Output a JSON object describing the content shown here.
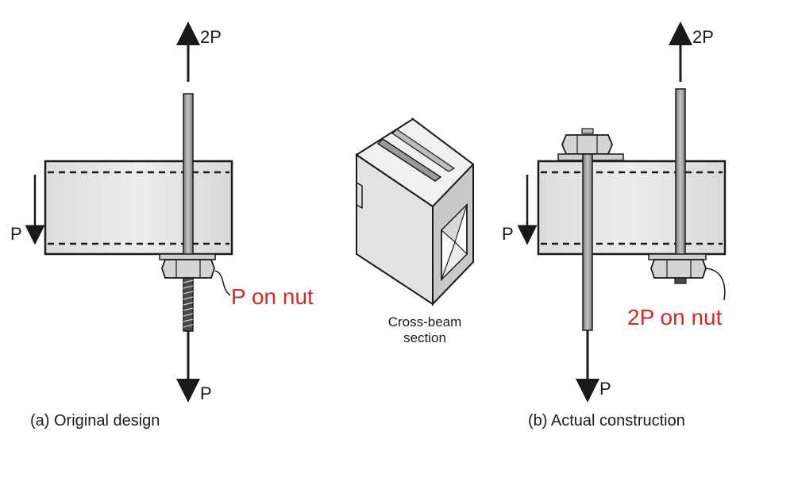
{
  "figure_a": {
    "top_force": "2P",
    "side_force": "P",
    "bottom_force": "P",
    "nut_label": "P on nut",
    "caption": "(a) Original design"
  },
  "figure_b": {
    "top_force": "2P",
    "side_force": "P",
    "bottom_force": "P",
    "nut_label": "2P on nut",
    "caption": "(b) Actual construction"
  },
  "cross_section": {
    "caption_line1": "Cross-beam",
    "caption_line2": "section"
  },
  "colors": {
    "beam_fill": "#e6e6e6",
    "outline": "#1a1a1a",
    "rod": "#999999",
    "label_red": "#d42a2a"
  }
}
